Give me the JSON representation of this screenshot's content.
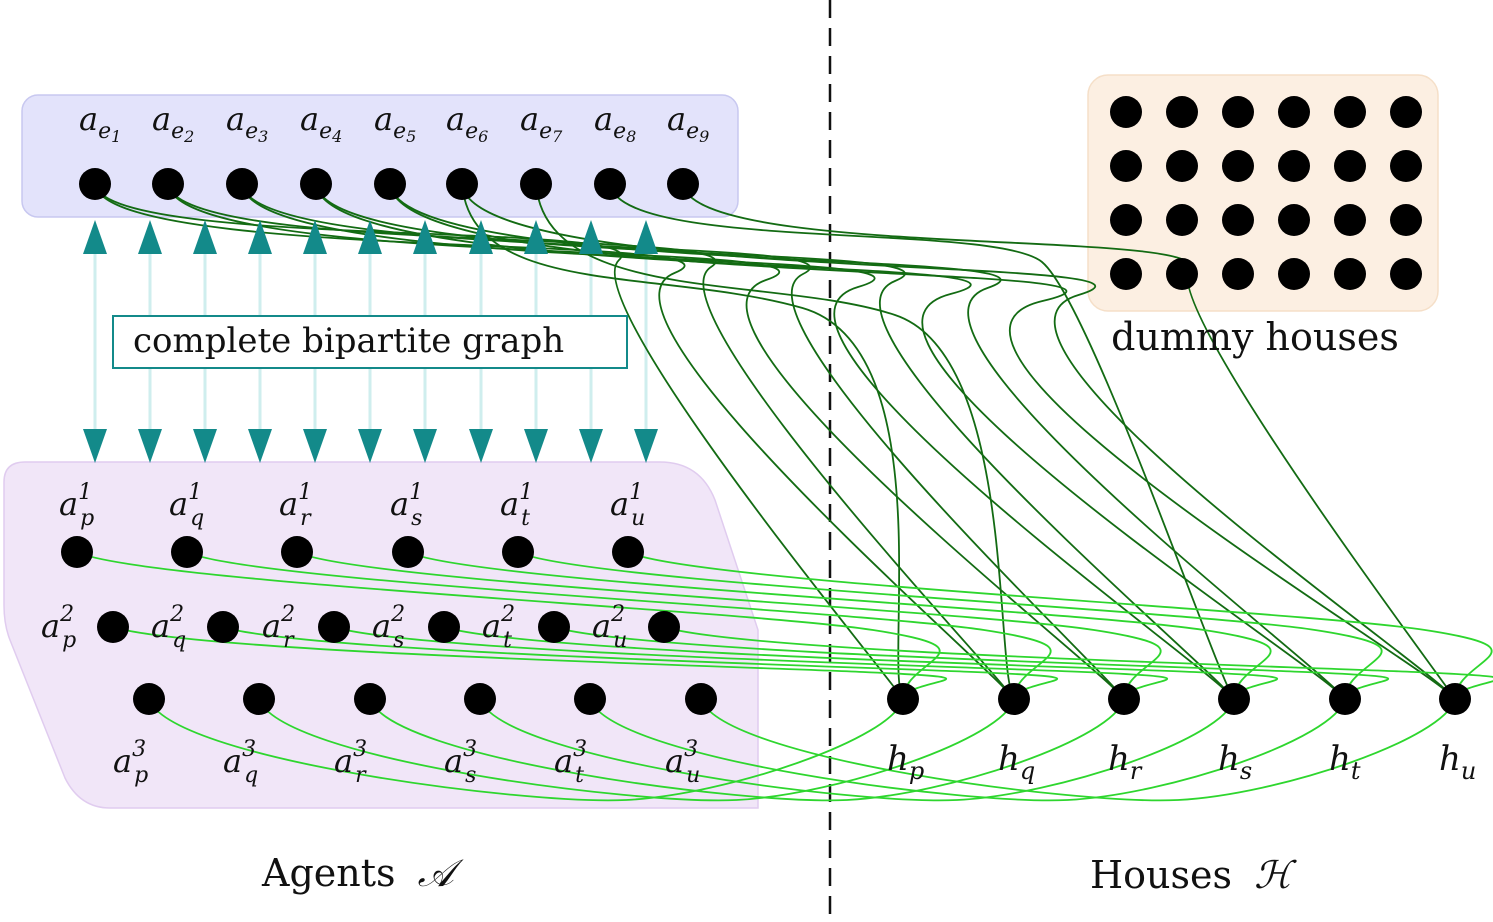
{
  "colors": {
    "edge_node_region": "#e3e3fb",
    "edge_node_region_stroke": "#c8c8f0",
    "agent_region": "#f1e6f8",
    "agent_region_stroke": "#e0ccef",
    "dummy_region": "#fcefe2",
    "dummy_region_stroke": "#f5dfc8",
    "node": "#000000",
    "dark_edge": "#136b13",
    "light_edge": "#2ed62e",
    "teal_arrow": "#138a8a",
    "teal_line": "#cfeeee",
    "divider": "#111111"
  },
  "edge_agents": {
    "labels": [
      {
        "base": "a",
        "sub": "e",
        "subsub": "1"
      },
      {
        "base": "a",
        "sub": "e",
        "subsub": "2"
      },
      {
        "base": "a",
        "sub": "e",
        "subsub": "3"
      },
      {
        "base": "a",
        "sub": "e",
        "subsub": "4"
      },
      {
        "base": "a",
        "sub": "e",
        "subsub": "5"
      },
      {
        "base": "a",
        "sub": "e",
        "subsub": "6"
      },
      {
        "base": "a",
        "sub": "e",
        "subsub": "7"
      },
      {
        "base": "a",
        "sub": "e",
        "subsub": "8"
      },
      {
        "base": "a",
        "sub": "e",
        "subsub": "9"
      }
    ]
  },
  "vertex_agents": {
    "copies": [
      "1",
      "2",
      "3"
    ],
    "subscripts": [
      "p",
      "q",
      "r",
      "s",
      "t",
      "u"
    ]
  },
  "houses": {
    "subscripts": [
      "p",
      "q",
      "r",
      "s",
      "t",
      "u"
    ],
    "base": "h"
  },
  "dummy_houses": {
    "rows": 4,
    "cols": 6,
    "label": "dummy houses"
  },
  "bipartite_label": "complete bipartite graph",
  "captions": {
    "agents": "Agents",
    "agents_symbol": "𝒜",
    "houses": "Houses",
    "houses_symbol": "ℋ"
  },
  "edge_house_connections": [
    [
      0,
      1
    ],
    [
      1,
      2
    ],
    [
      2,
      3
    ],
    [
      3,
      4
    ],
    [
      4,
      5
    ],
    [
      5,
      0
    ],
    [
      6,
      1
    ],
    [
      7,
      3
    ],
    [
      8,
      5
    ]
  ],
  "arrow_count": 11
}
